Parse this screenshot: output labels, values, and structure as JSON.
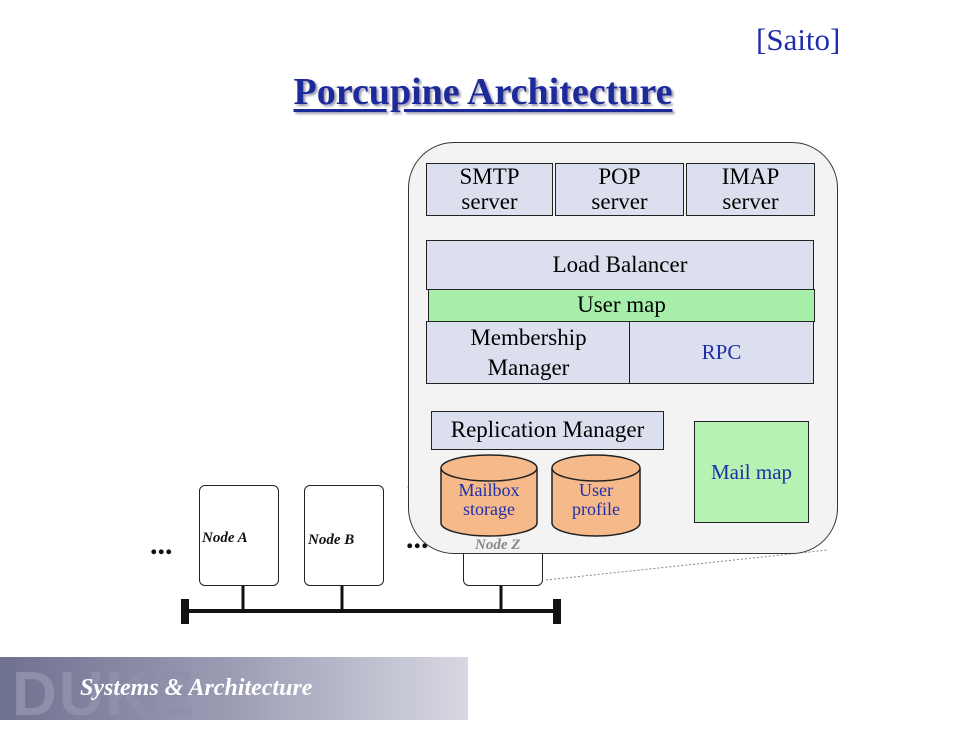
{
  "header": {
    "citation": "[Saito]",
    "title": "Porcupine Architecture"
  },
  "node_internals": {
    "services": [
      "SMTP\nserver",
      "POP\nserver",
      "IMAP\nserver"
    ],
    "load_balancer": "Load Balancer",
    "user_map": "User map",
    "membership_manager": "Membership\nManager",
    "rpc": "RPC",
    "replication_manager": "Replication Manager",
    "mailbox_storage": "Mailbox\nstorage",
    "user_profile": "User\nprofile",
    "mail_map": "Mail map"
  },
  "cluster": {
    "nodes": [
      "Node A",
      "Node B",
      "Node Z"
    ],
    "ellipsis": "..."
  },
  "footer": {
    "logo": "DUKE",
    "subtitle": "Systems & Architecture"
  },
  "colors": {
    "title": "#1e2a9a",
    "box_fill": "#dce0ee",
    "user_map_fill": "#a6eeaa",
    "mail_map_fill": "#b6f2b2",
    "storage_fill": "#f5b98a"
  }
}
